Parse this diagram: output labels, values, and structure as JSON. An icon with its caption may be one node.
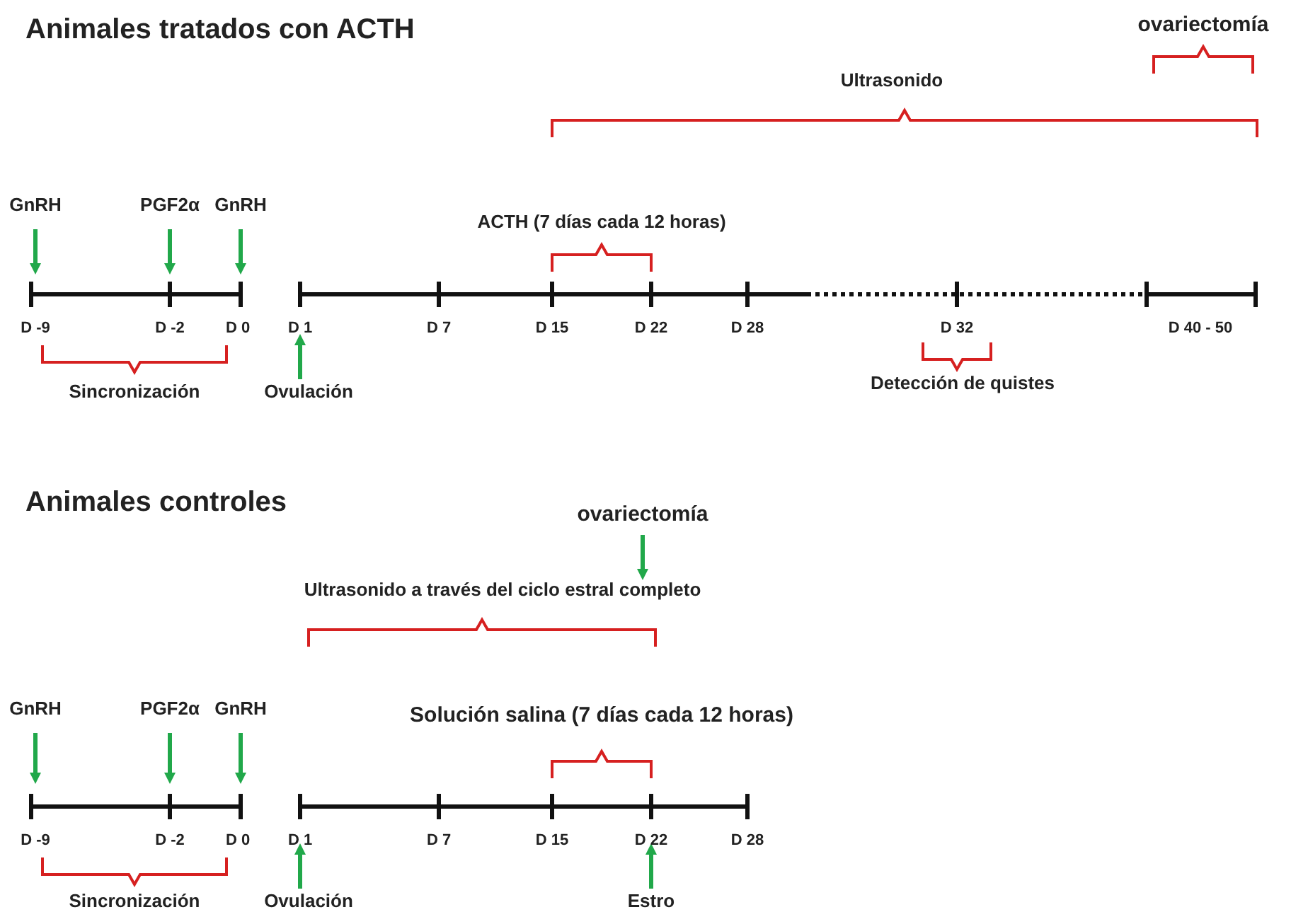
{
  "diagram": {
    "labels": [
      "Animales tratados con ACTH",
      "ovariectomía",
      "Ultrasonido",
      "GnRH",
      "PGF2α",
      "GnRH",
      "ACTH (7 días cada 12 horas)",
      "D -9",
      "D -2",
      "D 0",
      "D 1",
      "D 7",
      "D 15",
      "D 22",
      "D 28",
      "D 32",
      "D 40 - 50",
      "Sincronización",
      "Ovulación",
      "Detección de quistes",
      "Animales controles",
      "ovariectomía",
      "Ultrasonido a través del ciclo estral completo",
      "GnRH",
      "PGF2α",
      "GnRH",
      "Solución salina (7 días cada 12 horas)",
      "D -9",
      "D -2",
      "D 0",
      "D 1",
      "D 7",
      "D 15",
      "D 22",
      "D 28",
      "Sincronización",
      "Ovulación",
      "Estro"
    ]
  }
}
